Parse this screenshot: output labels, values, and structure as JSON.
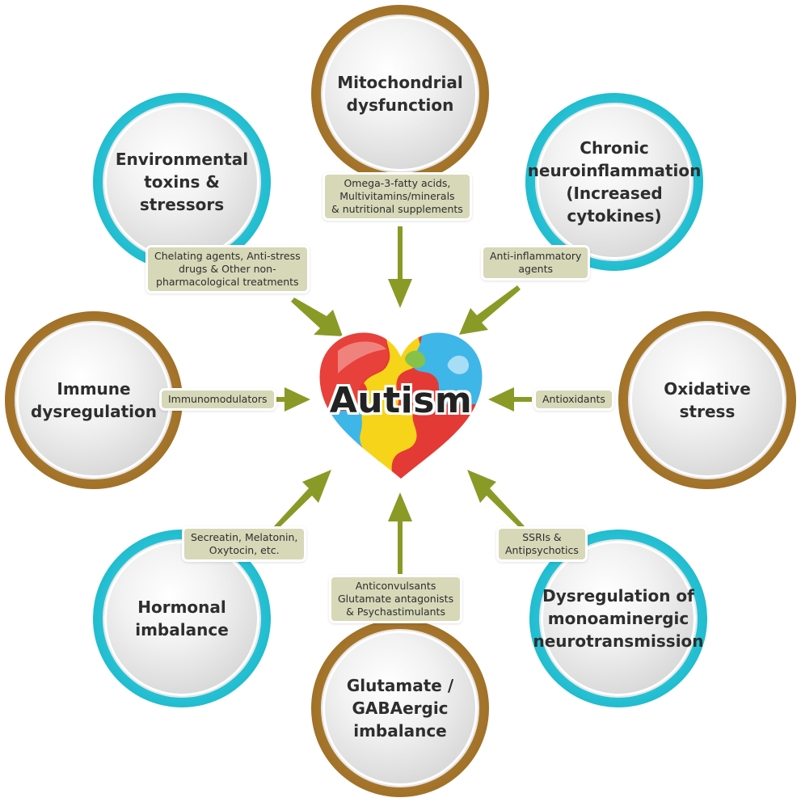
{
  "center": {
    "title": "Autism"
  },
  "colors": {
    "brown_ring": "#a8772d",
    "teal_ring": "#27c3d6",
    "arrow": "#8a9a26",
    "treatment_bg": "#d6d8b8"
  },
  "nodes": [
    {
      "id": "mitochondrial",
      "ring": "brown",
      "lines": [
        "Mitochondrial",
        "dysfunction"
      ]
    },
    {
      "id": "neuroinflammation",
      "ring": "teal",
      "lines": [
        "Chronic",
        "neuroinflammation",
        "(Increased",
        "cytokines)"
      ]
    },
    {
      "id": "oxidative",
      "ring": "brown",
      "lines": [
        "Oxidative",
        "stress"
      ]
    },
    {
      "id": "monoaminergic",
      "ring": "teal",
      "lines": [
        "Dysregulation of",
        "monoaminergic",
        "neurotransmission"
      ]
    },
    {
      "id": "glutamate",
      "ring": "brown",
      "lines": [
        "Glutamate /",
        "GABAergic",
        "imbalance"
      ]
    },
    {
      "id": "hormonal",
      "ring": "teal",
      "lines": [
        "Hormonal",
        "imbalance"
      ]
    },
    {
      "id": "immune",
      "ring": "brown",
      "lines": [
        "Immune",
        "dysregulation"
      ]
    },
    {
      "id": "environmental",
      "ring": "teal",
      "lines": [
        "Environmental",
        "toxins & stressors"
      ]
    }
  ],
  "treatments": [
    {
      "id": "mitochondrial",
      "lines": [
        "Omega-3-fatty acids,",
        "Multivitamins/minerals",
        "& nutritional supplements"
      ]
    },
    {
      "id": "neuroinflammation",
      "lines": [
        "Anti-inflammatory",
        "agents"
      ]
    },
    {
      "id": "oxidative",
      "lines": [
        "Antioxidants"
      ]
    },
    {
      "id": "monoaminergic",
      "lines": [
        "SSRIs &",
        "Antipsychotics"
      ]
    },
    {
      "id": "glutamate",
      "lines": [
        "Anticonvulsants",
        "Glutamate antagonists",
        "& Psychastimulants"
      ]
    },
    {
      "id": "hormonal",
      "lines": [
        "Secreatin, Melatonin,",
        "Oxytocin, etc."
      ]
    },
    {
      "id": "immune",
      "lines": [
        "Immunomodulators"
      ]
    },
    {
      "id": "environmental",
      "lines": [
        "Chelating agents, Anti-stress",
        "drugs & Other non-",
        "pharmacological treatments"
      ]
    }
  ]
}
